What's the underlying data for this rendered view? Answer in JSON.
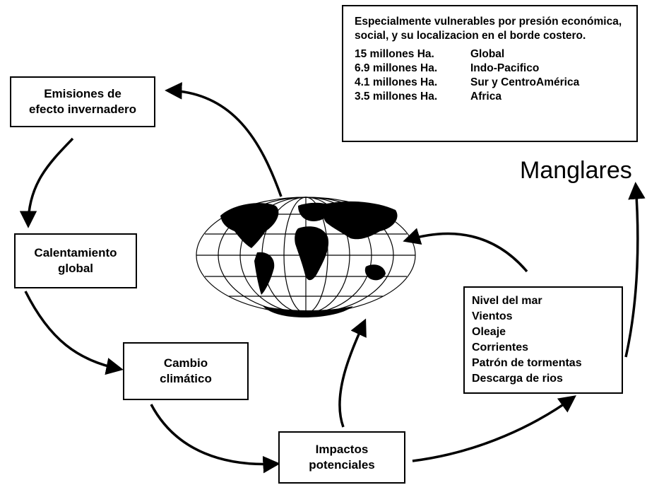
{
  "info_box": {
    "intro": "Especialmente vulnerables por presión económica, social, y su localizacion en el borde costero.",
    "rows": [
      {
        "amount": "15 millones Ha.",
        "region": "Global"
      },
      {
        "amount": "6.9 millones Ha.",
        "region": "Indo-Pacifico"
      },
      {
        "amount": "4.1 millones Ha.",
        "region": "Sur y CentroAmérica"
      },
      {
        "amount": "3.5 millones Ha.",
        "region": "Africa"
      }
    ]
  },
  "nodes": {
    "emisiones": [
      "Emisiones de",
      "efecto invernadero"
    ],
    "calentamiento": [
      "Calentamiento",
      "global"
    ],
    "cambio": [
      "Cambio",
      "climático"
    ],
    "impactos": [
      "Impactos",
      "potenciales"
    ]
  },
  "impacts_list": [
    "Nivel del mar",
    "Vientos",
    "Oleaje",
    "Corrientes",
    "Patrón de tormentas",
    "Descarga de rios"
  ],
  "mangroves_label": "Manglares",
  "colors": {
    "ink": "#000000",
    "background": "#ffffff"
  }
}
